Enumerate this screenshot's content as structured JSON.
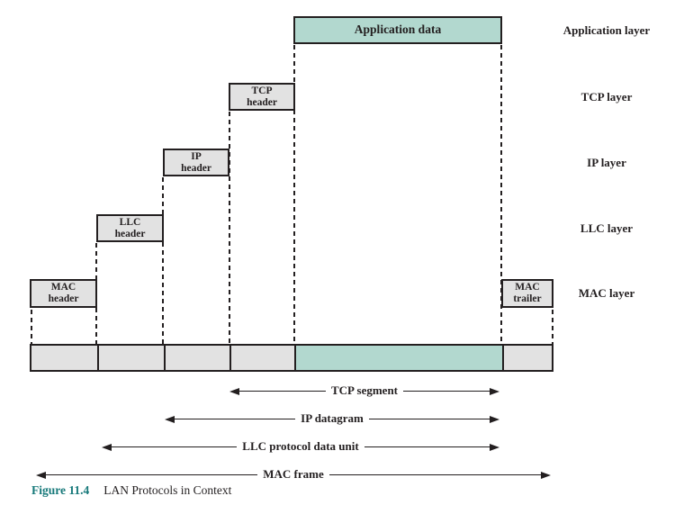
{
  "diagram": {
    "boxes": {
      "application_data": "Application data",
      "tcp_header": "TCP\nheader",
      "ip_header": "IP\nheader",
      "llc_header": "LLC\nheader",
      "mac_header": "MAC\nheader",
      "mac_trailer": "MAC\ntrailer"
    },
    "layer_labels": [
      "Application layer",
      "TCP layer",
      "IP layer",
      "LLC layer",
      "MAC layer"
    ],
    "span_arrows": [
      "TCP segment",
      "IP datagram",
      "LLC protocol data unit",
      "MAC frame"
    ],
    "caption": {
      "label": "Figure 11.4",
      "title": "LAN Protocols in Context"
    },
    "colors": {
      "data_fill": "#b2d8cf",
      "header_fill": "#e2e2e2",
      "line": "#231f20",
      "caption_accent": "#17797a"
    }
  }
}
